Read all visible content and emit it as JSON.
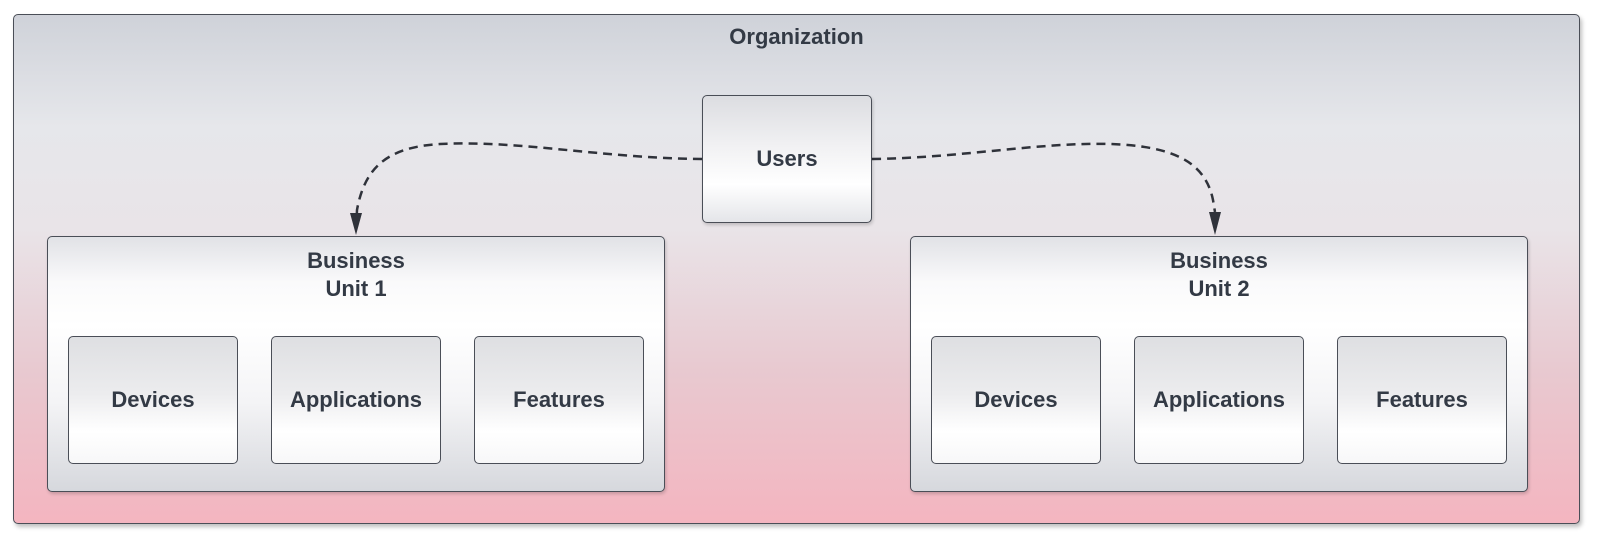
{
  "organization": {
    "title": "Organization"
  },
  "users": {
    "label": "Users"
  },
  "business_units": [
    {
      "title_line1": "Business",
      "title_line2": "Unit 1",
      "items": [
        "Devices",
        "Applications",
        "Features"
      ]
    },
    {
      "title_line1": "Business",
      "title_line2": "Unit 2",
      "items": [
        "Devices",
        "Applications",
        "Features"
      ]
    }
  ],
  "colors": {
    "border": "#4a4e57",
    "text": "#333a45",
    "org_gradient_top": "#cfd2d9",
    "org_gradient_bottom": "#f4b5c0",
    "connector": "#2f323a"
  }
}
